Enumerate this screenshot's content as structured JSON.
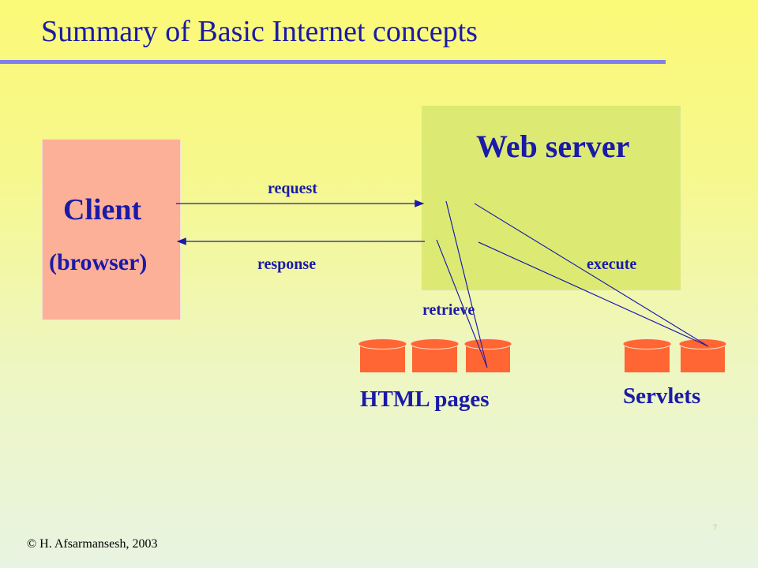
{
  "slide": {
    "title": "Summary of Basic Internet concepts",
    "copyright": "© H. Afsarmansesh, 2003",
    "page_number": "7"
  },
  "client": {
    "title": "Client",
    "subtitle": "(browser)"
  },
  "server": {
    "title": "Web server"
  },
  "arrows": {
    "request": "request",
    "response": "response",
    "execute": "execute",
    "retrieve": "retrieve"
  },
  "storage": {
    "html_label": "HTML pages",
    "servlets_label": "Servlets"
  },
  "colors": {
    "text": "#1a1aa8",
    "line": "#1a1aa8",
    "client_fill": "#fdb098",
    "server_fill": "#dcea74",
    "cylinder_fill": "#ff6633"
  }
}
